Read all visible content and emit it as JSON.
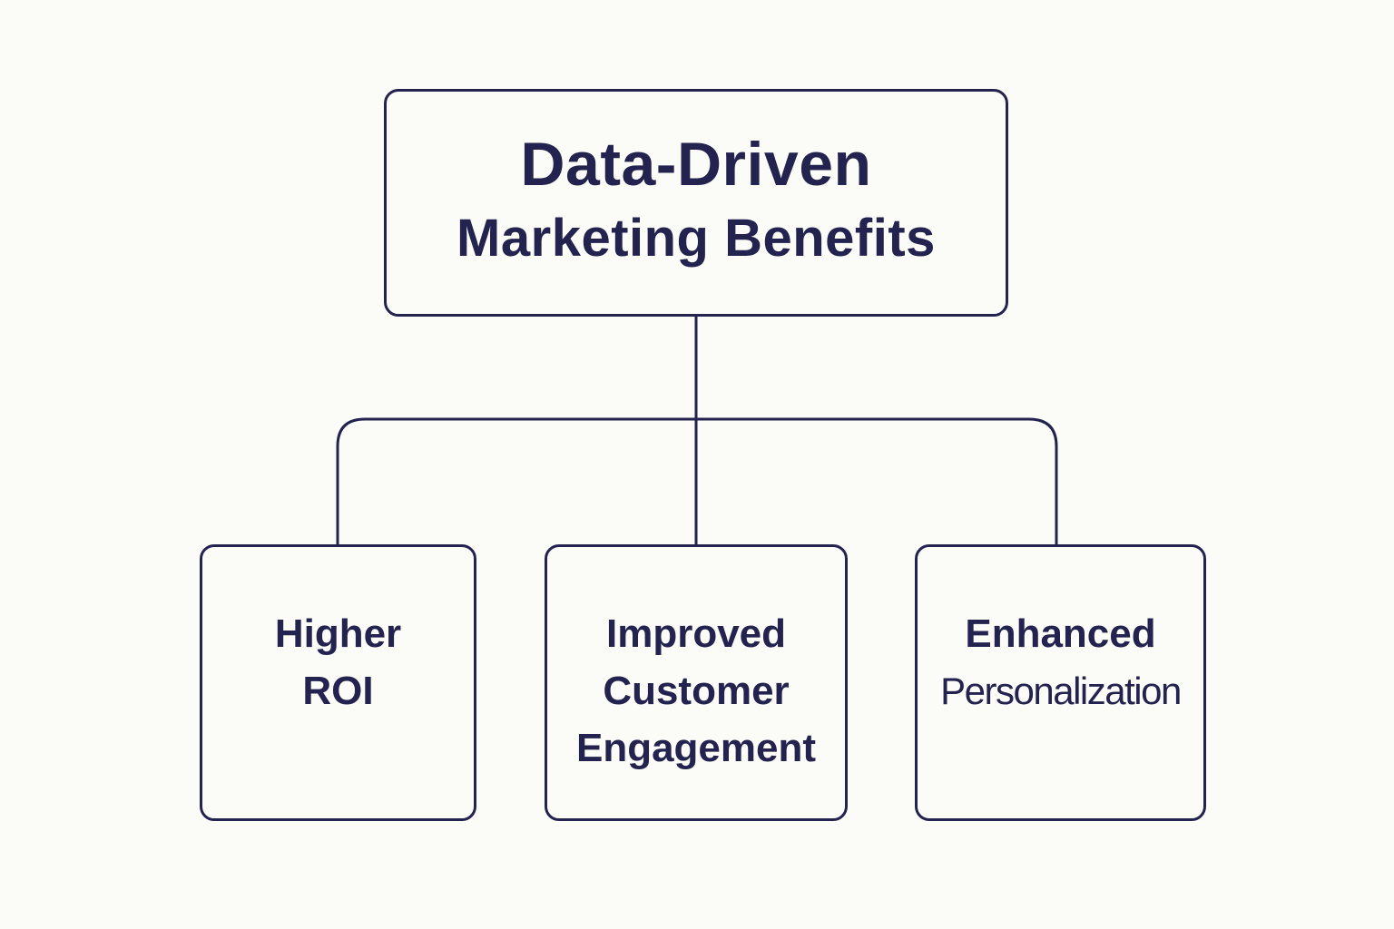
{
  "diagram": {
    "root": {
      "line1": "Data-Driven",
      "line2": "Marketing Benefits"
    },
    "children": [
      {
        "lines": [
          "Higher",
          "ROI"
        ]
      },
      {
        "lines": [
          "Improved",
          "Customer",
          "Engagement"
        ]
      },
      {
        "lines": [
          "Enhanced",
          "Personalization"
        ]
      }
    ],
    "colors": {
      "ink": "#24234f",
      "background": "#fbfbf7"
    }
  }
}
